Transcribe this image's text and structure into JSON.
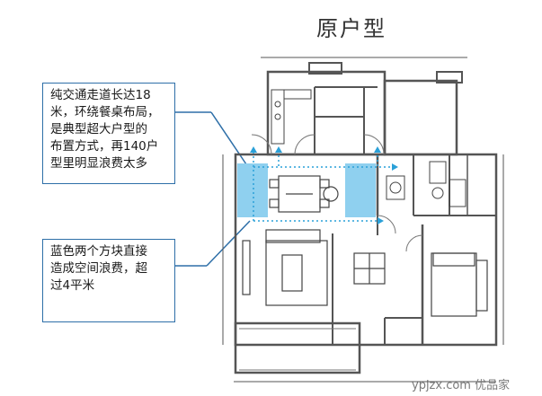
{
  "title": "原户型",
  "callouts": [
    {
      "lines": [
        "纯交通走道长达18",
        "米，环绕餐桌布局，",
        "是典型超大户型的",
        "布置方式，再140户",
        "型里明显浪费太多"
      ]
    },
    {
      "lines": [
        "蓝色两个方块直接",
        "造成空间浪费，超",
        "过4平米"
      ]
    }
  ],
  "watermark": "ypjzx.com 优品家",
  "colors": {
    "accent": "#2e6fa8",
    "highlight": "#8fd0ef",
    "wall": "#555555"
  }
}
